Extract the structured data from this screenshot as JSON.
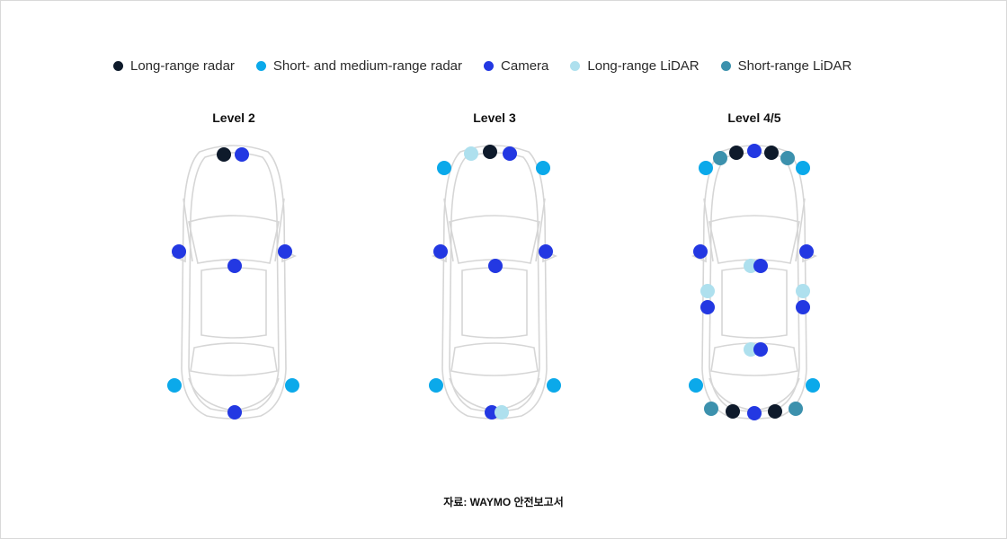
{
  "legend": [
    {
      "label": "Long-range radar",
      "color": "#0e1a2b"
    },
    {
      "label": "Short- and medium-range radar",
      "color": "#0ba9ea"
    },
    {
      "label": "Camera",
      "color": "#2338e2"
    },
    {
      "label": "Long-range LiDAR",
      "color": "#aee0ee"
    },
    {
      "label": "Short-range LiDAR",
      "color": "#3c91ad"
    }
  ],
  "levels": [
    {
      "title": "Level 2"
    },
    {
      "title": "Level 3"
    },
    {
      "title": "Level 4/5"
    }
  ],
  "source": "자료: WAYMO 안전보고서"
}
